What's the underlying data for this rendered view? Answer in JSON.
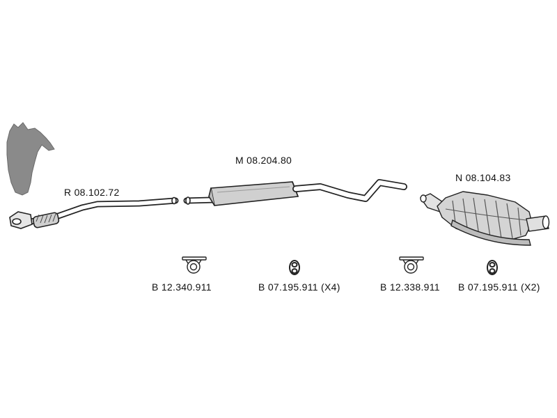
{
  "parts": {
    "front_pipe": {
      "code": "R 08.102.72"
    },
    "middle_silencer": {
      "code": "M 08.204.80"
    },
    "rear_silencer": {
      "code": "N 08.104.83"
    }
  },
  "fittings": [
    {
      "code": "B 12.340.911",
      "icon": "clamp-icon"
    },
    {
      "code": "B 07.195.911 (X4)",
      "icon": "rubber-hanger-ring-icon"
    },
    {
      "code": "B 12.338.911",
      "icon": "clamp-icon"
    },
    {
      "code": "B 07.195.911 (X2)",
      "icon": "rubber-hanger-ring-icon"
    }
  ],
  "colors": {
    "silhouette": "#8a8a8a",
    "line": "#222222",
    "fill": "#d8d8d8"
  }
}
